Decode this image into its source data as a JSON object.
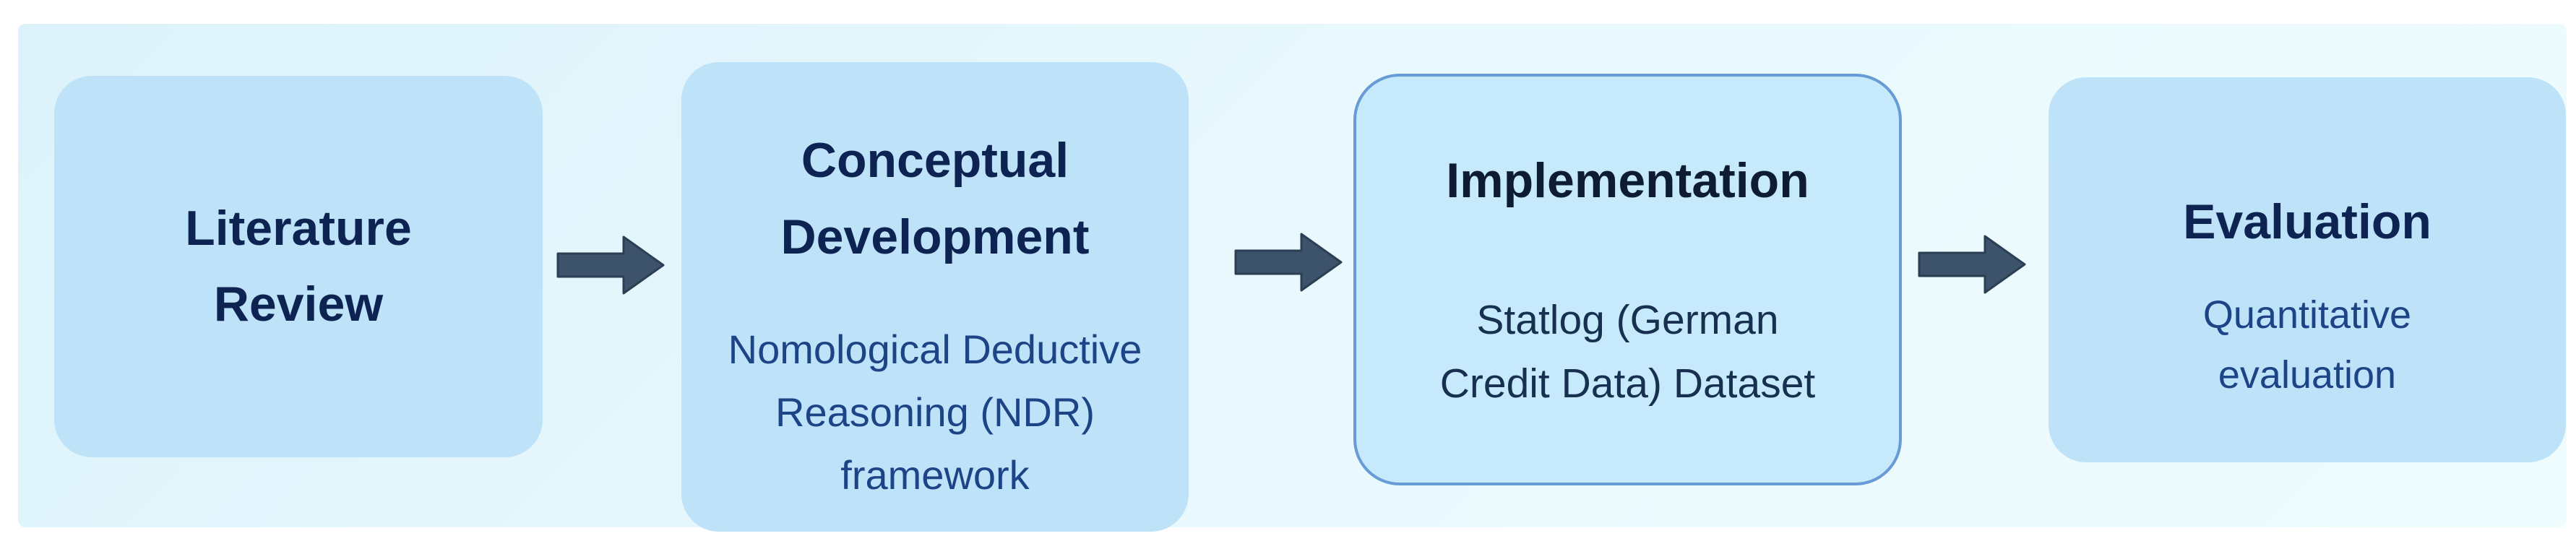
{
  "diagram": {
    "type": "flowchart",
    "direction": "left-to-right",
    "nodes": [
      {
        "id": "literature-review",
        "title": "Literature Review",
        "title_lines": [
          "Literature",
          "Review"
        ],
        "subtitle": "",
        "subtitle_lines": []
      },
      {
        "id": "conceptual-development",
        "title": "Conceptual Development",
        "title_lines": [
          "Conceptual",
          "Development"
        ],
        "subtitle": "Nomological Deductive Reasoning (NDR) framework",
        "subtitle_lines": [
          "Nomological Deductive",
          "Reasoning (NDR)",
          "framework"
        ]
      },
      {
        "id": "implementation",
        "title": "Implementation",
        "title_lines": [
          "Implementation"
        ],
        "subtitle": "Statlog (German Credit Data) Dataset",
        "subtitle_lines": [
          "Statlog (German",
          "Credit Data) Dataset"
        ]
      },
      {
        "id": "evaluation",
        "title": "Evaluation",
        "title_lines": [
          "Evaluation"
        ],
        "subtitle": "Quantitative evaluation",
        "subtitle_lines": [
          "Quantitative",
          "evaluation"
        ]
      }
    ],
    "connectors": [
      {
        "from": "literature-review",
        "to": "conceptual-development",
        "style": "arrow-right"
      },
      {
        "from": "conceptual-development",
        "to": "implementation",
        "style": "arrow-right"
      },
      {
        "from": "implementation",
        "to": "evaluation",
        "style": "arrow-right"
      }
    ],
    "colors": {
      "page_background": "#ffffff",
      "panel_background": "#e6f6fc",
      "node_fill": "#bee3f8",
      "implementation_node_fill": "#c6eafc",
      "implementation_node_border": "#679bd6",
      "title_text": "#0d2352",
      "implementation_title_text": "#0d1c33",
      "subtitle_text": "#1d4486",
      "implementation_subtitle_text": "#17304f",
      "arrow_fill": "#3c536b"
    }
  }
}
